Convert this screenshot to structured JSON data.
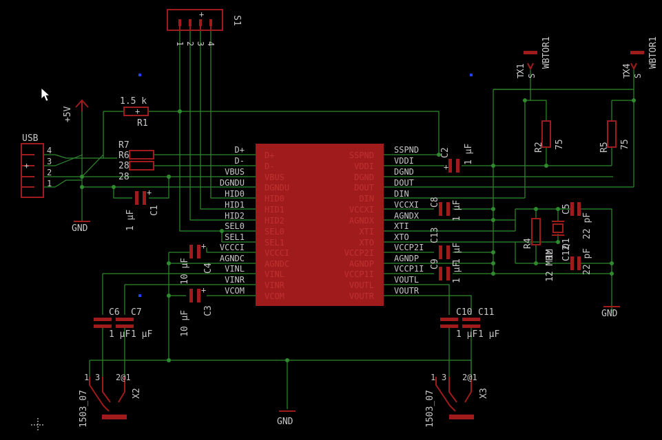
{
  "ic": {
    "left_pins": [
      "D+",
      "D-",
      "VBUS",
      "DGNDU",
      "HID0",
      "HID1",
      "HID2",
      "SEL0",
      "SEL1",
      "VCCCI",
      "AGNDC",
      "VINL",
      "VINR",
      "VCOM"
    ],
    "right_pins": [
      "SSPND",
      "VDDI",
      "DGND",
      "DOUT",
      "DIN",
      "VCCXI",
      "AGNDX",
      "XTI",
      "XTO",
      "VCCP2I",
      "AGNDP",
      "VCCP1I",
      "VOUTL",
      "VOUTR"
    ]
  },
  "nets": {
    "left": [
      "D+",
      "D-",
      "VBUS",
      "DGNDU",
      "HID0",
      "HID1",
      "HID2",
      "SEL0",
      "SEL1",
      "VCCCI",
      "AGNDC",
      "VINL",
      "VINR",
      "VCOM"
    ],
    "right": [
      "SSPND",
      "VDDI",
      "DGND",
      "DOUT",
      "DIN",
      "VCCXI",
      "AGNDX",
      "XTI",
      "XTO",
      "VCCP2I",
      "AGNDP",
      "VCCP1I",
      "VOUTL",
      "VOUTR"
    ]
  },
  "usb": {
    "name": "USB",
    "pins": [
      "4",
      "3",
      "2",
      "1"
    ]
  },
  "power": {
    "plus5v": "+5V",
    "gnd": "GND"
  },
  "s1": {
    "name": "S1",
    "pins": [
      "1",
      "2",
      "3",
      "4"
    ],
    "mark": "+"
  },
  "r1": {
    "value": "1.5 k",
    "name": "R1"
  },
  "r7": {
    "name": "R7"
  },
  "r6": {
    "name": "R6"
  },
  "r6v": "28",
  "r7v": "28",
  "c1": {
    "name": "C1",
    "value": "1 µF"
  },
  "c2": {
    "name": "C2",
    "value": "1 µF"
  },
  "c3": {
    "name": "C3",
    "value": "10 µF"
  },
  "c4": {
    "name": "C4",
    "value": "10 µF"
  },
  "c5": {
    "name": "C5",
    "value": "22 pF"
  },
  "c6": {
    "name": "C6",
    "value": "1 µF"
  },
  "c7": {
    "name": "C7",
    "value": "1 µF"
  },
  "c8": {
    "name": "C8",
    "value": "1 µF"
  },
  "c9": {
    "name": "C9",
    "value": "1 µF"
  },
  "c10": {
    "name": "C10",
    "value": "1 µF"
  },
  "c11": {
    "name": "C11",
    "value": "1 µF"
  },
  "c12": {
    "name": "C12",
    "value": "22 pF"
  },
  "c13": {
    "name": "C13",
    "value": "1 µF"
  },
  "r2": {
    "name": "R2",
    "value": "75"
  },
  "r4": {
    "name": "R4",
    "value": "1M"
  },
  "r5": {
    "name": "R5",
    "value": "75"
  },
  "q1": {
    "name": "Q1",
    "value": "12 MHz"
  },
  "x1": {
    "name": "X1",
    "part": "WBTOR1",
    "t": "T",
    "s": "S"
  },
  "x4": {
    "name": "X4",
    "part": "WBTOR1",
    "t": "T",
    "s": "S"
  },
  "x2": {
    "name": "X2",
    "part": "1503_07",
    "pins": [
      "1",
      "3",
      "2@1"
    ]
  },
  "x3": {
    "name": "X3",
    "part": "1503_07",
    "pins": [
      "1",
      "3",
      "2@1"
    ]
  },
  "colors": {
    "background": "#000000",
    "wire": "#2e8b2e",
    "part": "#a01c1c",
    "text": "#c8c8c8"
  }
}
